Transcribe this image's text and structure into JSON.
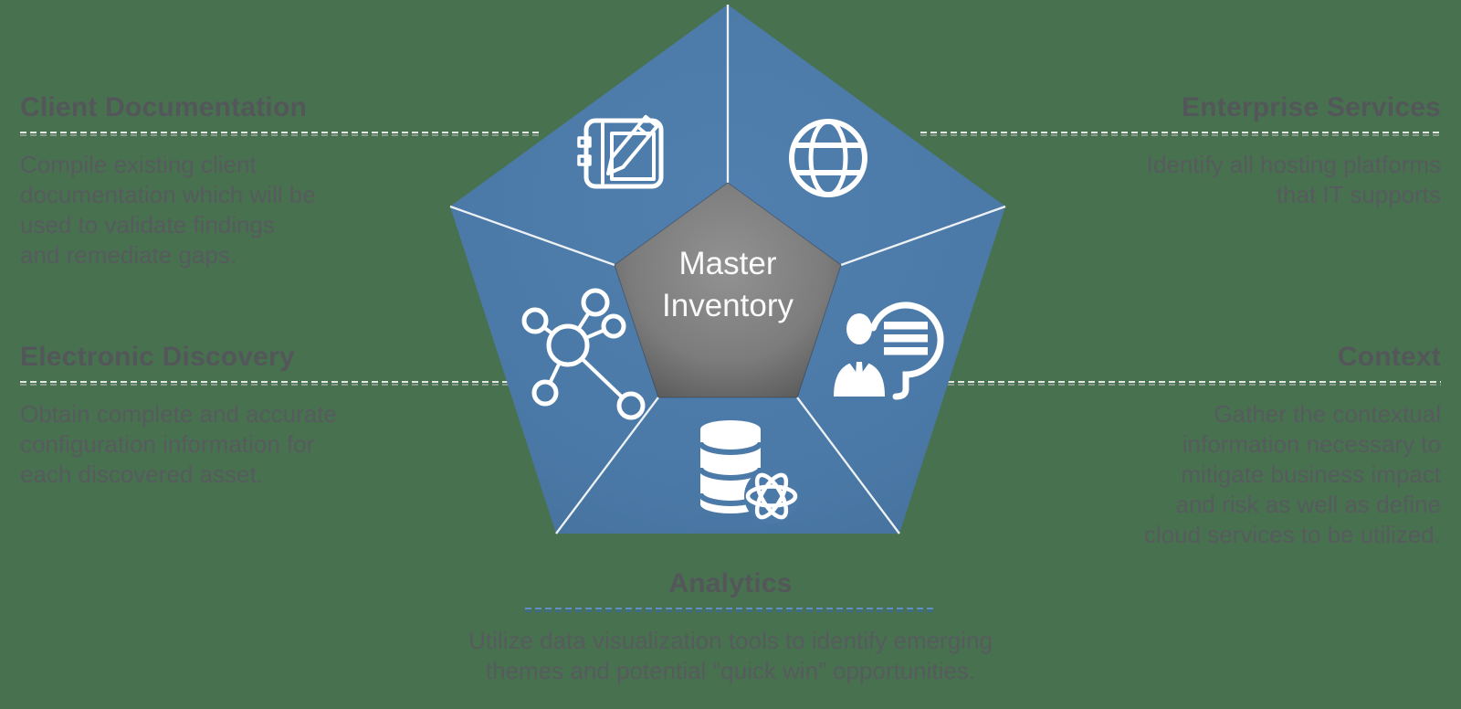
{
  "title": "Master Inventory Pentagon Diagram",
  "background_color": "#48714F",
  "pentagon": {
    "outer_color": "#4C7AA8",
    "inner_color_center": "#8F8F8F",
    "inner_color_edge": "#4E4E50",
    "divider_color": "#EDF1F4",
    "center_label": "Master Inventory"
  },
  "separators": {
    "light": "#DADEDA",
    "blue": "#4F83BE"
  },
  "sections": [
    {
      "id": "client-documentation",
      "position": "top-left",
      "title": "Client Documentation",
      "icon": "notebook-pencil-icon",
      "lines": [
        "Compile existing client",
        "documentation which will be",
        "used to validate findings",
        "and remediate gaps."
      ]
    },
    {
      "id": "enterprise-services",
      "position": "top-right",
      "title": "Enterprise Services",
      "icon": "globe-icon",
      "lines": [
        "Identify all hosting platforms",
        "that IT supports"
      ]
    },
    {
      "id": "context",
      "position": "right",
      "title": "Context",
      "icon": "person-speech-icon",
      "lines": [
        "Gather the contextual",
        "information necessary to",
        "mitigate business impact",
        "and risk as well as define",
        "cloud services to be utilized."
      ]
    },
    {
      "id": "analytics",
      "position": "bottom",
      "title": "Analytics",
      "icon": "database-analytics-icon",
      "lines": [
        "Utilize data visualization tools to identify emerging",
        "themes and potential “quick win” opportunities."
      ]
    },
    {
      "id": "electronic-discovery",
      "position": "left",
      "title": "Electronic Discovery",
      "icon": "network-icon",
      "lines": [
        "Obtain complete and accurate",
        "configuration information for",
        "each discovered asset."
      ]
    }
  ]
}
